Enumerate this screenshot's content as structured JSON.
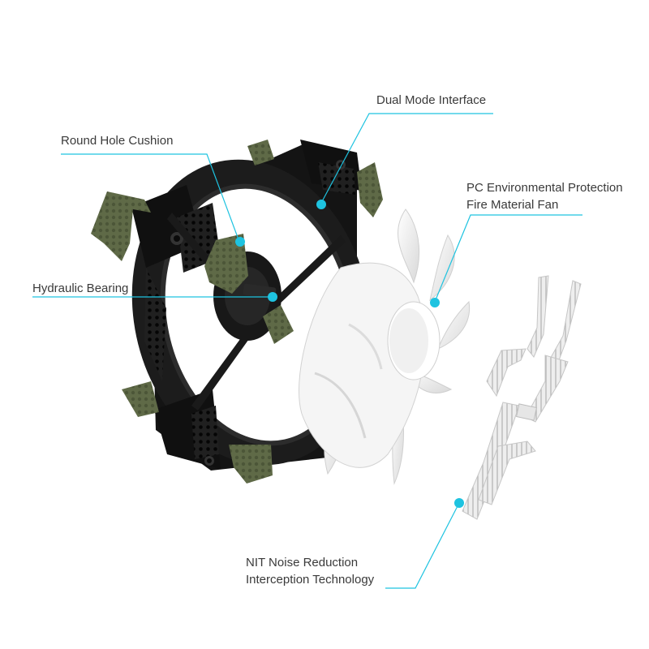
{
  "callouts": {
    "dual_mode_interface": "Dual Mode Interface",
    "round_hole_cushion": "Round Hole Cushion",
    "pc_fire_line1": "PC Environmental Protection",
    "pc_fire_line2": "Fire Material Fan",
    "hydraulic_bearing": "Hydraulic Bearing",
    "nit_line1": "NIT Noise Reduction",
    "nit_line2": "Interception Technology"
  },
  "colors": {
    "accent": "#1ec3e0",
    "frame": "#1b1b1b",
    "cushion": "#5f6a47",
    "blade": "#f2f2f2",
    "text": "#3a3a3a"
  }
}
